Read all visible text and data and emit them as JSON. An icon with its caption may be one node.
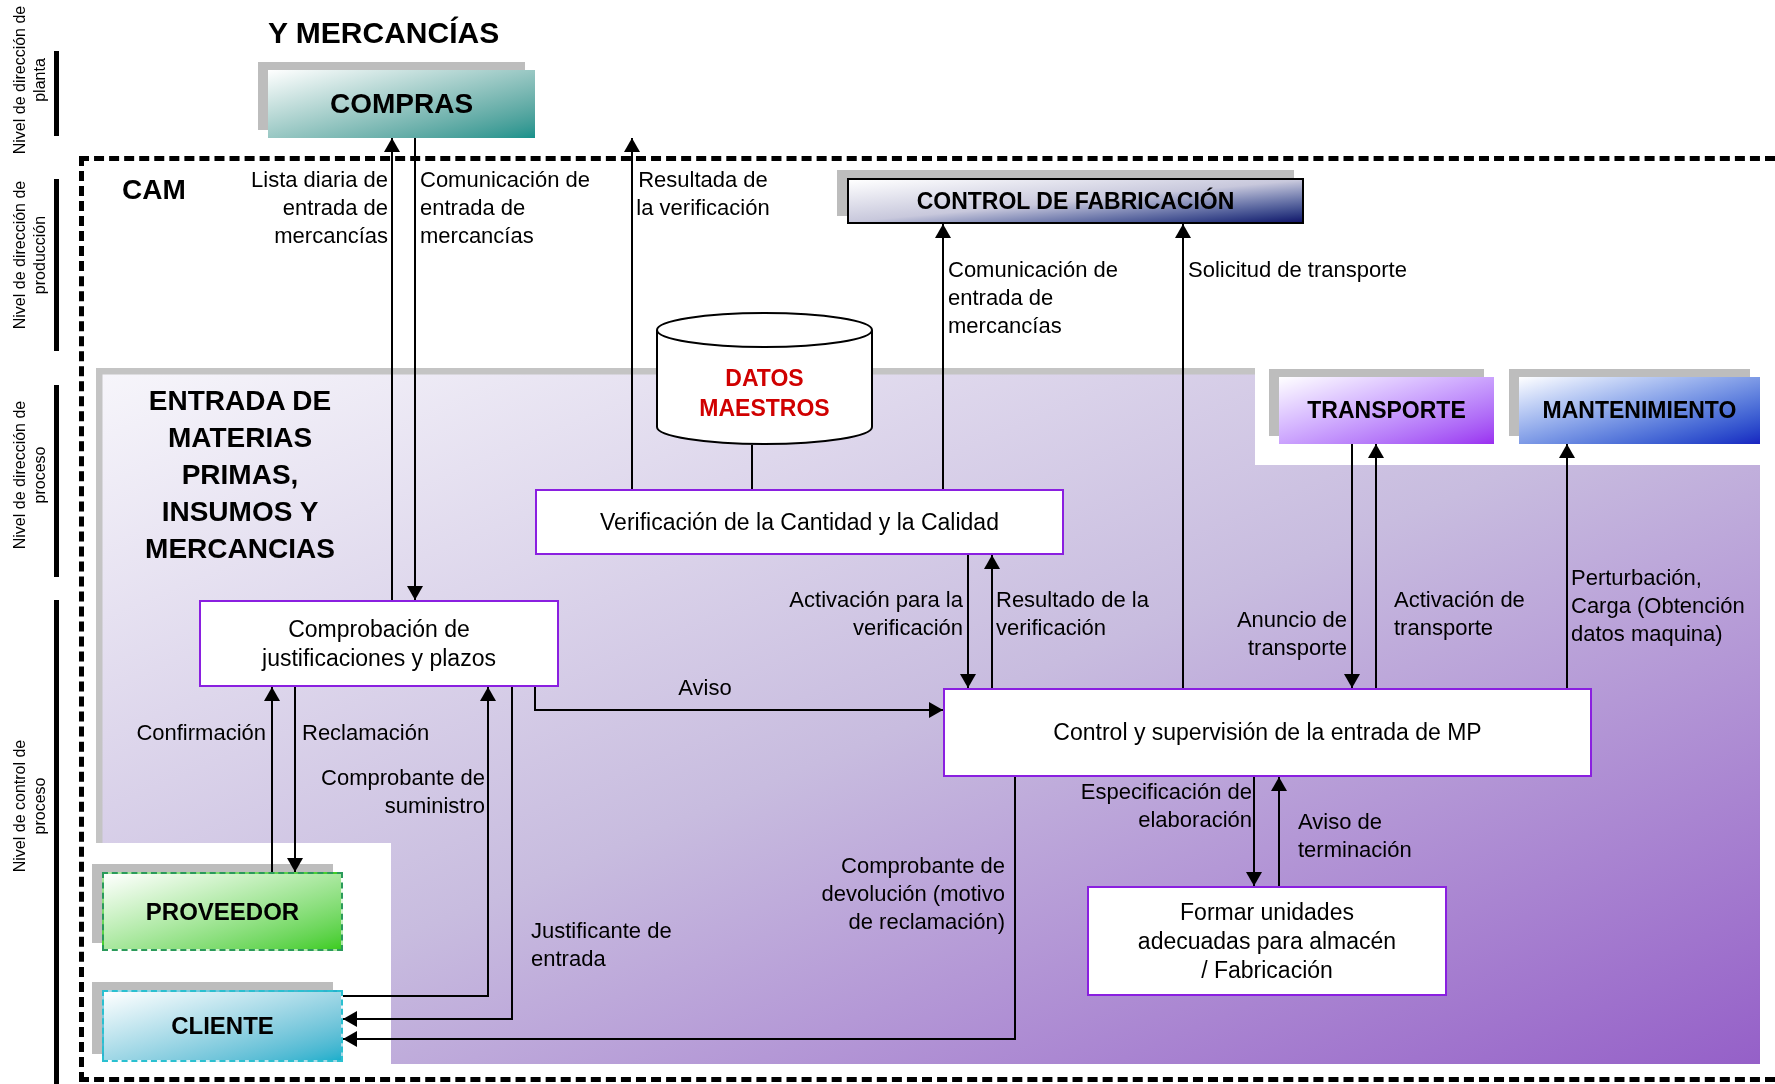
{
  "diagram": {
    "title": "Y MERCANCÍAS",
    "nodes": [
      {
        "text": [
          "COMPRAS"
        ]
      },
      {
        "text": [
          "CAM"
        ]
      },
      {
        "text": [
          "ENTRADA DE MATERIAS PRIMAS, INSUMOS Y MERCANCIAS"
        ],
        "in": 1
      },
      {
        "text": [
          "CONTROL DE FABRICACIÓN"
        ],
        "in": 1
      },
      {
        "text": [
          "DATOS MAESTROS"
        ],
        "in": 1
      },
      {
        "text": [
          "TRANSPORTE"
        ],
        "in": 2
      },
      {
        "text": [
          "MANTENIMIENTO"
        ],
        "in": 2
      },
      {
        "text": [
          "Verificación de la Cantidad y la Calidad"
        ],
        "in": 2
      },
      {
        "text": [
          "Comprobación de justificaciones y plazos"
        ],
        "in": 2
      },
      {
        "text": [
          "Control y supervisión de la entrada de MP"
        ],
        "in": 2
      },
      {
        "text": [
          "Formar unidades adecuadas para almacén / Fabricación"
        ],
        "in": 2
      },
      {
        "text": [
          "PROVEEDOR"
        ],
        "in": 2
      },
      {
        "text": [
          "CLIENTE"
        ],
        "in": 2
      }
    ],
    "edges": [
      {
        "from": 8,
        "to": 0,
        "arrow": "to",
        "label": "Lista diaria de entrada de mercancías"
      },
      {
        "from": 0,
        "to": 8,
        "arrow": "to",
        "label": "Comunicación de entrada de mercancías"
      },
      {
        "from": 7,
        "to": null,
        "arrow": "to",
        "label": "Resultada de la verificación"
      },
      {
        "from": 7,
        "to": 3,
        "arrow": "to",
        "label": "Comunicación de entrada de mercancías"
      },
      {
        "from": 9,
        "to": 3,
        "arrow": "to",
        "label": "Solicitud de transporte"
      },
      {
        "from": 4,
        "to": 7,
        "arrow": "none"
      },
      {
        "from": 7,
        "to": 9,
        "arrow": "to",
        "label": "Activación para la verificación"
      },
      {
        "from": 9,
        "to": 7,
        "arrow": "to",
        "label": "Resultado de la verificación"
      },
      {
        "from": 8,
        "to": 9,
        "arrow": "to",
        "label": "Aviso"
      },
      {
        "from": 5,
        "to": 9,
        "arrow": "to",
        "label": "Anuncio de transporte"
      },
      {
        "from": 9,
        "to": 5,
        "arrow": "to",
        "label": "Activación de transporte"
      },
      {
        "from": 9,
        "to": 6,
        "arrow": "to",
        "label": "Perturbación, Carga (Obtención datos maquina)"
      },
      {
        "from": 11,
        "to": 8,
        "arrow": "to",
        "label": "Confirmación"
      },
      {
        "from": 8,
        "to": 11,
        "arrow": "to",
        "label": "Reclamación"
      },
      {
        "from": 12,
        "to": 8,
        "arrow": "to",
        "label": "Comprobante de suministro"
      },
      {
        "from": 8,
        "to": 12,
        "arrow": "to",
        "label": "Justificante de entrada"
      },
      {
        "from": 9,
        "to": 12,
        "arrow": "to",
        "label": "Comprobante de devolución (motivo de reclamación)"
      },
      {
        "from": 9,
        "to": 10,
        "arrow": "to",
        "label": "Especificación de elaboración"
      },
      {
        "from": 10,
        "to": 9,
        "arrow": "to",
        "label": "Aviso de terminación"
      }
    ],
    "labels": [
      "Nivel de dirección de planta",
      "Nivel de dirección de producción",
      "Nivel de dirección de proceso",
      "Nivel de control de proceso"
    ]
  }
}
